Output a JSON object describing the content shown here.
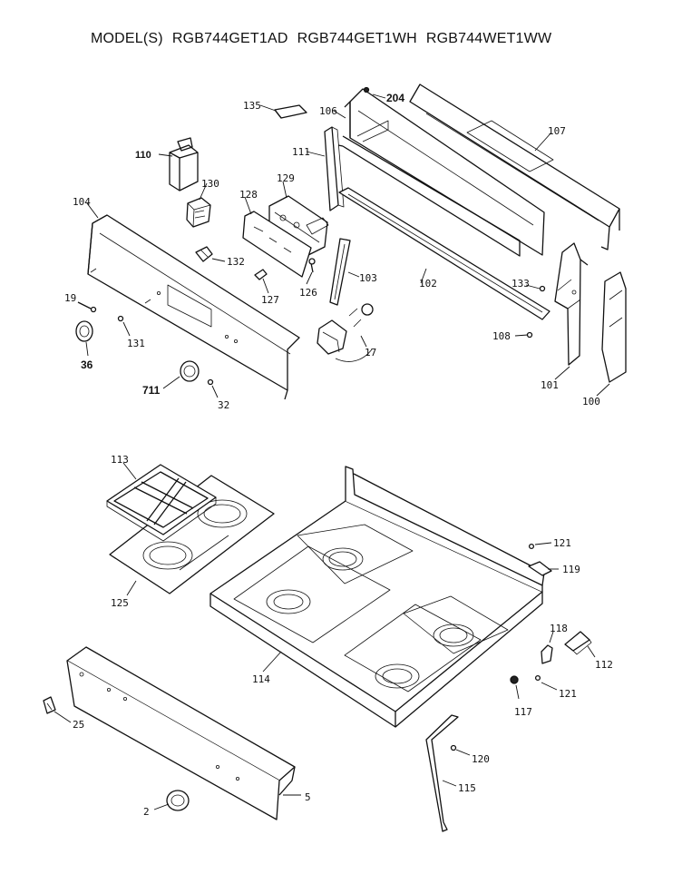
{
  "header": {
    "prefix": "MODEL(S)",
    "models": [
      "RGB744GET1AD",
      "RGB744GET1WH",
      "RGB744WET1WW"
    ]
  },
  "callouts": {
    "p204": "204",
    "p135": "135",
    "p106": "106",
    "p107": "107",
    "p110": "110",
    "p111": "111",
    "p130": "130",
    "p129": "129",
    "p128": "128",
    "p104": "104",
    "p132": "132",
    "p103": "103",
    "p102": "102",
    "p133": "133",
    "p19": "19",
    "p127": "127",
    "p126": "126",
    "p131": "131",
    "p36": "36",
    "p17": "17",
    "p108": "108",
    "p711": "711",
    "p32": "32",
    "p101": "101",
    "p100": "100",
    "p113": "113",
    "p121a": "121",
    "p119": "119",
    "p125": "125",
    "p118": "118",
    "p112": "112",
    "p114": "114",
    "p121b": "121",
    "p117": "117",
    "p25": "25",
    "p120": "120",
    "p115": "115",
    "p5": "5",
    "p2": "2"
  }
}
